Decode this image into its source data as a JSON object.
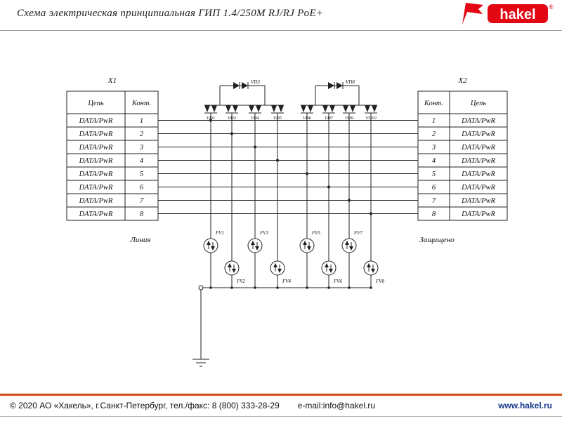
{
  "header": {
    "title": "Схема электрическая принципиальная ГИП 1.4/250М RJ/RJ PoE+",
    "logo_text": "hakel",
    "registered_mark": "®"
  },
  "diagram": {
    "x1": {
      "label": "X1",
      "circuit_header": "Цепь",
      "pin_header": "Конт.",
      "caption": "Линия",
      "rows": [
        {
          "circuit": "DATA/PwR",
          "pin": "1"
        },
        {
          "circuit": "DATA/PwR",
          "pin": "2"
        },
        {
          "circuit": "DATA/PwR",
          "pin": "3"
        },
        {
          "circuit": "DATA/PwR",
          "pin": "4"
        },
        {
          "circuit": "DATA/PwR",
          "pin": "5"
        },
        {
          "circuit": "DATA/PwR",
          "pin": "6"
        },
        {
          "circuit": "DATA/PwR",
          "pin": "7"
        },
        {
          "circuit": "DATA/PwR",
          "pin": "8"
        }
      ]
    },
    "x2": {
      "label": "X2",
      "pin_header": "Конт.",
      "circuit_header": "Цепь",
      "caption": "Защищено",
      "rows": [
        {
          "pin": "1",
          "circuit": "DATA/PwR"
        },
        {
          "pin": "2",
          "circuit": "DATA/PwR"
        },
        {
          "pin": "3",
          "circuit": "DATA/PwR"
        },
        {
          "pin": "4",
          "circuit": "DATA/PwR"
        },
        {
          "pin": "5",
          "circuit": "DATA/PwR"
        },
        {
          "pin": "6",
          "circuit": "DATA/PwR"
        },
        {
          "pin": "7",
          "circuit": "DATA/PwR"
        },
        {
          "pin": "8",
          "circuit": "DATA/PwR"
        }
      ]
    },
    "diodes": {
      "left_top": "VD3",
      "right_top": "VD8",
      "left_row": [
        "VD1",
        "VD2",
        "VD4",
        "VD5"
      ],
      "right_row": [
        "VD6",
        "VD7",
        "VD9",
        "VD10"
      ]
    },
    "arresters": {
      "upper_row": [
        "FV1",
        "FV3",
        "FV5",
        "FV7"
      ],
      "lower_row": [
        "FV2",
        "FV4",
        "FV6",
        "FV8"
      ]
    }
  },
  "footer": {
    "copyright": "© 2020 АО «Хакель», г.Санкт-Петербург, тел./факс: 8 (800) 333-28-29",
    "email": "e-mail:info@hakel.ru",
    "website": "www.hakel.ru"
  },
  "colors": {
    "brand_red": "#e30613",
    "footer_line_orange": "#cf4a12",
    "website_blue": "#16388e",
    "schematic_line": "#222222"
  }
}
